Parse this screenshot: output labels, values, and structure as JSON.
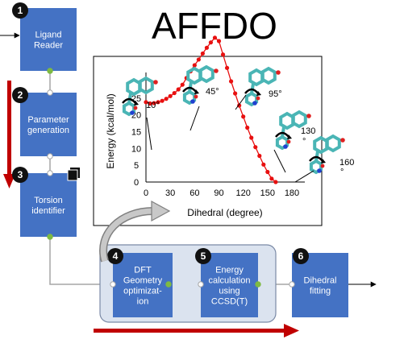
{
  "title": "AFFDO",
  "steps": [
    {
      "num": "1",
      "lines": [
        "Ligand",
        "Reader"
      ]
    },
    {
      "num": "2",
      "lines": [
        "Parameter",
        "generation"
      ]
    },
    {
      "num": "3",
      "lines": [
        "Torsion",
        "identifier"
      ]
    },
    {
      "num": "4",
      "lines": [
        "DFT",
        "Geometry",
        "optimizat-",
        "ion"
      ]
    },
    {
      "num": "5",
      "lines": [
        "Energy",
        "calculation",
        "using",
        "CCSD(T)"
      ]
    },
    {
      "num": "6",
      "lines": [
        "Dihedral",
        "fitting"
      ]
    }
  ],
  "colors": {
    "box": "#4472c4",
    "connector": "#7fba42",
    "red_arrow": "#c00000",
    "series": "#e81010",
    "group_fill": "#dbe3ef"
  },
  "chart_data": {
    "type": "line",
    "xlabel": "Dihedral (degree)",
    "ylabel": "Energy (kcal/mol)",
    "xticks": [
      0,
      30,
      60,
      90,
      120,
      150,
      180
    ],
    "yticks": [
      0,
      5,
      10,
      15,
      20,
      25
    ],
    "xlim": [
      0,
      180
    ],
    "ylim": [
      0,
      30
    ],
    "grid": false,
    "x": [
      0,
      5,
      10,
      15,
      20,
      25,
      30,
      35,
      40,
      45,
      50,
      55,
      60,
      65,
      70,
      75,
      80,
      85,
      90,
      95,
      100,
      105,
      110,
      115,
      120,
      125,
      130,
      135,
      140,
      145,
      150,
      155,
      160
    ],
    "y": [
      23.8,
      23.4,
      23.5,
      23.8,
      24.2,
      24.8,
      25.6,
      26.5,
      27.6,
      29,
      31,
      33,
      34.8,
      36.5,
      38.3,
      40,
      41.6,
      43,
      42,
      38,
      34,
      30,
      26.4,
      22.8,
      19.5,
      16.2,
      13.2,
      10.4,
      7.8,
      5.2,
      3,
      1,
      0
    ],
    "annotations": [
      "10°",
      "45°",
      "95°",
      "130",
      "°",
      "160",
      "°"
    ]
  }
}
